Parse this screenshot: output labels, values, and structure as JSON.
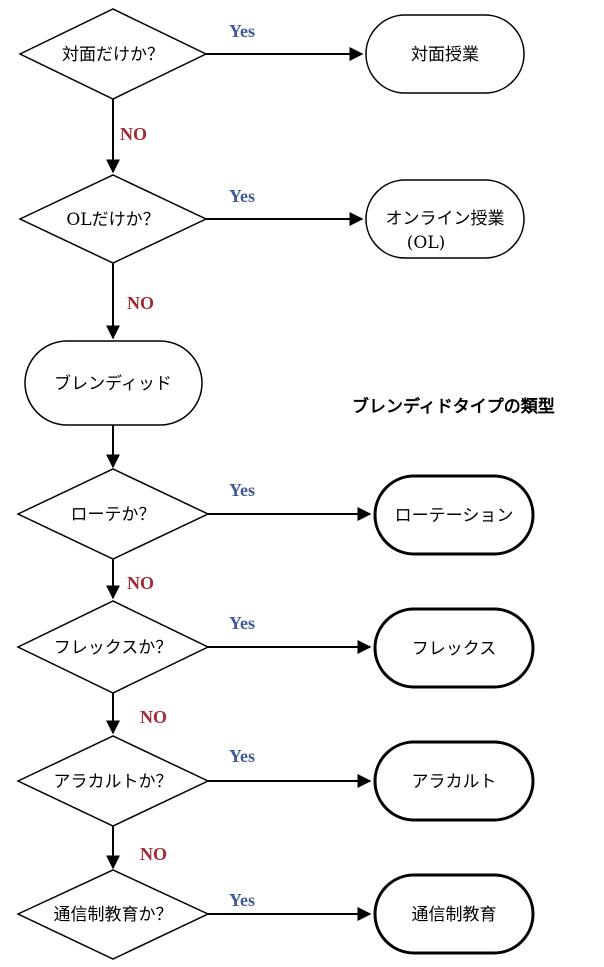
{
  "colors": {
    "yes": "#3f5a9a",
    "no": "#a32a35",
    "stroke": "#000000"
  },
  "heading": "ブレンディドタイプの類型",
  "yes_label": "Yes",
  "no_label": "NO",
  "decisions": [
    {
      "text": "対面だけか？"
    },
    {
      "text": "OLだけか？"
    },
    {
      "text": "ローテか？"
    },
    {
      "text": "フレックスか？"
    },
    {
      "text": "アラカルトか？"
    },
    {
      "text": "通信制教育か？"
    }
  ],
  "outcomes": [
    {
      "lines": [
        "対面授業"
      ]
    },
    {
      "lines": [
        "オンライン授業",
        "(OL)"
      ]
    },
    {
      "lines": [
        "ローテーション"
      ]
    },
    {
      "lines": [
        "フレックス"
      ]
    },
    {
      "lines": [
        "アラカルト"
      ]
    },
    {
      "lines": [
        "通信制教育"
      ]
    }
  ],
  "blended": "ブレンディッド"
}
